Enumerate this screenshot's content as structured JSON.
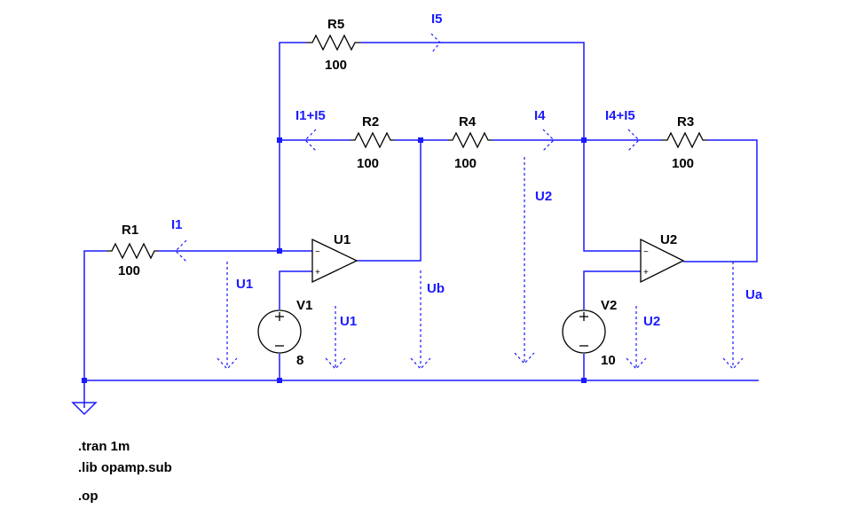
{
  "components": {
    "r1": {
      "name": "R1",
      "value": "100"
    },
    "r2": {
      "name": "R2",
      "value": "100"
    },
    "r3": {
      "name": "R3",
      "value": "100"
    },
    "r4": {
      "name": "R4",
      "value": "100"
    },
    "r5": {
      "name": "R5",
      "value": "100"
    },
    "u1": {
      "name": "U1"
    },
    "u2": {
      "name": "U2"
    },
    "v1": {
      "name": "V1",
      "value": "8"
    },
    "v2": {
      "name": "V2",
      "value": "10"
    }
  },
  "current_labels": {
    "i1": "I1",
    "i5": "I5",
    "i1_i5": "I1+I5",
    "i4": "I4",
    "i4_i5": "I4+I5"
  },
  "voltage_labels": {
    "u1_a": "U1",
    "u1_b": "U1",
    "ub": "Ub",
    "u2_a": "U2",
    "u2_b": "U2",
    "ua": "Ua"
  },
  "directives": [
    ".tran 1m",
    ".lib opamp.sub",
    ".op"
  ],
  "colors": {
    "wire": "#1a1aff",
    "component": "#000000",
    "label": "#1a1aff"
  }
}
